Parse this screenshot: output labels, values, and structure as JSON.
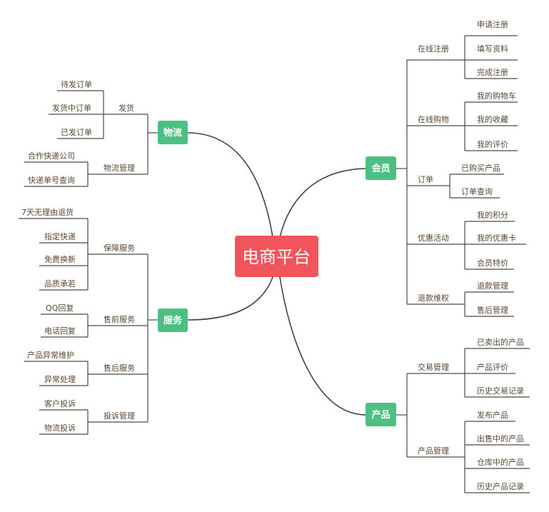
{
  "root": {
    "label": "电商平台",
    "color": "#f2545b"
  },
  "branch_color": "#4cbf83",
  "line_color": "#4a4a4a",
  "text_color": "#5a4632",
  "branches": {
    "member": {
      "label": "会员",
      "groups": [
        {
          "label": "在线注册",
          "items": [
            "申请注册",
            "填写资料",
            "完成注册"
          ]
        },
        {
          "label": "在线购物",
          "items": [
            "我的购物车",
            "我的收藏",
            "我的评价"
          ]
        },
        {
          "label": "订单",
          "items": [
            "已购买产品",
            "订单查询"
          ]
        },
        {
          "label": "优惠活动",
          "items": [
            "我的积分",
            "我的优惠卡",
            "会员特价"
          ]
        },
        {
          "label": "退款维权",
          "items": [
            "退款管理",
            "售后管理"
          ]
        }
      ]
    },
    "product": {
      "label": "产品",
      "groups": [
        {
          "label": "交易管理",
          "items": [
            "已卖出的产品",
            "产品评价",
            "历史交易记录"
          ]
        },
        {
          "label": "产品管理",
          "items": [
            "发布产品",
            "出售中的产品",
            "仓库中的产品",
            "历史产品记录"
          ]
        }
      ]
    },
    "logistics": {
      "label": "物流",
      "groups": [
        {
          "label": "发货",
          "items": [
            "待发订单",
            "发货中订单",
            "已发订单"
          ]
        },
        {
          "label": "物流管理",
          "items": [
            "合作快递公司",
            "快递单号查询"
          ]
        }
      ]
    },
    "service": {
      "label": "服务",
      "groups": [
        {
          "label": "保障服务",
          "items": [
            "7天无理由退货",
            "指定快递",
            "免费换新",
            "品质承若"
          ]
        },
        {
          "label": "售前服务",
          "items": [
            "QQ回复",
            "电话回复"
          ]
        },
        {
          "label": "售后服务",
          "items": [
            "产品异常维护",
            "异常处理"
          ]
        },
        {
          "label": "投诉管理",
          "items": [
            "客户投诉",
            "物流投诉"
          ]
        }
      ]
    }
  }
}
